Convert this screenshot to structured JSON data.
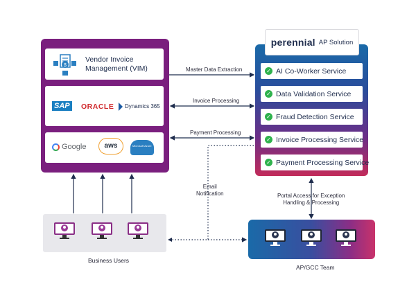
{
  "vim": {
    "label": "Vendor Invoice Management (VIM)"
  },
  "erp": {
    "sap": "SAP",
    "oracle": "ORACLE",
    "dynamics": "Dynamics 365"
  },
  "cloud": {
    "google": "Google",
    "aws": "aws",
    "azure": "Microsoft Azure"
  },
  "perennial": {
    "brand": "perennial",
    "sub": "AP Solution"
  },
  "services": [
    "AI Co-Worker Service",
    "Data Validation Service",
    "Fraud Detection Service",
    "Invoice Processing Service",
    "Payment Processing Service"
  ],
  "arrows": {
    "master": "Master Data Extraction",
    "invoice": "Invoice Processing",
    "payment": "Payment Processing",
    "email": "Email\nNotification",
    "portal": "Portal Access for Exception\nHandling & Processing"
  },
  "groups": {
    "business_users": "Business Users",
    "team": "AP/GCC Team"
  },
  "colors": {
    "left_panel": "#7a1f7e",
    "check": "#2fb24d",
    "gradient_start": "#1a6aa8",
    "gradient_end": "#c22b5a"
  }
}
